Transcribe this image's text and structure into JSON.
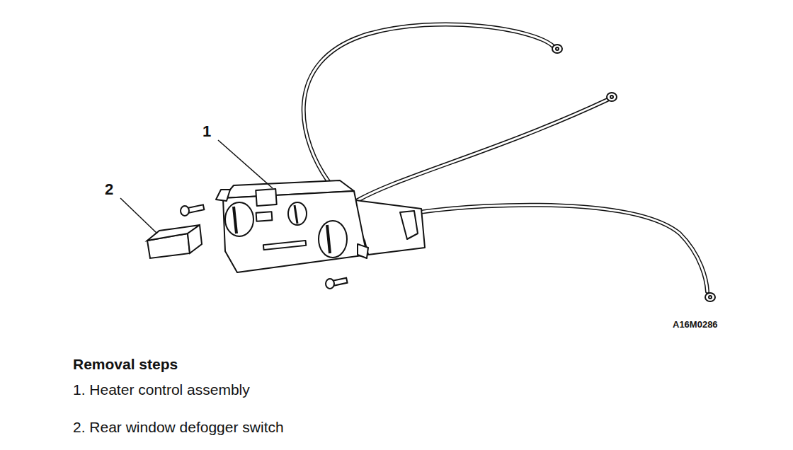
{
  "diagram": {
    "title": "Removal steps",
    "labels": [
      "1",
      "2",
      "A16M0286",
      "1. Heater control assembly",
      "2. Rear window defogger switch"
    ]
  }
}
